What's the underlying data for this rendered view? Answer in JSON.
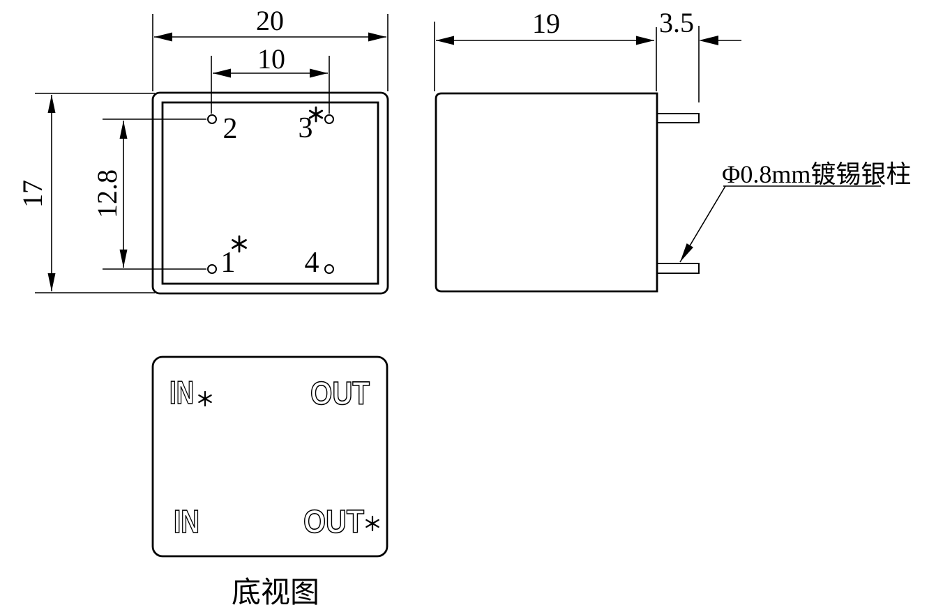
{
  "meta": {
    "background_color": "#ffffff",
    "line_color": "#000000",
    "drawing_type": "engineering-dimension-drawing"
  },
  "top_view": {
    "dim_overall_width": "20",
    "dim_pin_pitch_x": "10",
    "dim_overall_height": "17",
    "dim_pin_pitch_y": "12.8",
    "star_symbol": "*",
    "pins": [
      {
        "label": "2",
        "starred": false,
        "position": "top-left"
      },
      {
        "label": "3",
        "starred": true,
        "position": "top-right"
      },
      {
        "label": "1",
        "starred": true,
        "position": "bottom-left"
      },
      {
        "label": "4",
        "starred": false,
        "position": "bottom-right"
      }
    ]
  },
  "side_view": {
    "dim_body_length": "19",
    "dim_pin_length": "3.5",
    "pin_note": "Φ0.8mm镀锡银柱"
  },
  "bottom_view": {
    "label_in_top": "IN",
    "label_out_top": "OUT",
    "label_in_bottom": "IN",
    "label_out_bottom": "OUT",
    "star_symbol": "*",
    "caption": "底视图"
  }
}
